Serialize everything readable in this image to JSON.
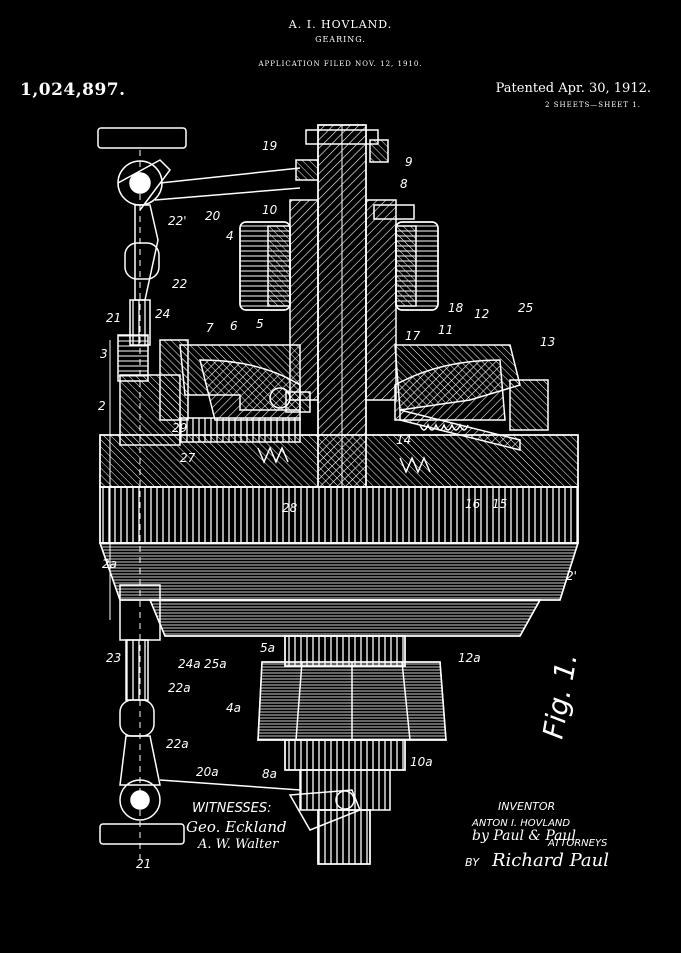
{
  "header": {
    "inventor_name": "A. I. HOVLAND.",
    "title": "GEARING.",
    "application_filed": "APPLICATION FILED NOV. 12, 1910.",
    "patent_number": "1,024,897.",
    "patented": "Patented Apr. 30, 1912.",
    "sheets": "2 SHEETS—SHEET 1."
  },
  "figure_label": "Fig. 1.",
  "labels": {
    "l19": "19",
    "l9": "9",
    "l8": "8",
    "l20": "20",
    "l10": "10",
    "l4": "4",
    "l22p": "22'",
    "l22": "22",
    "l21": "21",
    "l24": "24",
    "l7": "7",
    "l6": "6",
    "l5": "5",
    "l3": "3",
    "l2": "2",
    "l29": "29",
    "l27": "27",
    "l28": "28",
    "l18": "18",
    "l25": "25",
    "l17": "17",
    "l11": "11",
    "l12": "12",
    "l13": "13",
    "l14": "14",
    "l16": "16",
    "l15": "15",
    "l2p": "2'",
    "l2a": "2a",
    "l23": "23",
    "l24a": "24a",
    "l25a": "25a",
    "l5a": "5a",
    "l12a": "12a",
    "l22a": "22a",
    "l22ab": "22a",
    "l4a": "4a",
    "l20a": "20a",
    "l8a": "8a",
    "l10a": "10a",
    "l21a": "21"
  },
  "witnesses": {
    "heading": "WITNESSES:",
    "signature_1": "Geo. Eckland",
    "signature_2": "A. W. Walter"
  },
  "inventor": {
    "heading": "INVENTOR",
    "name": "ANTON I. HOVLAND",
    "by_firm": "by Paul & Paul",
    "attorneys": "ATTORNEYS",
    "by": "BY",
    "by_signature": "Richard Paul"
  }
}
